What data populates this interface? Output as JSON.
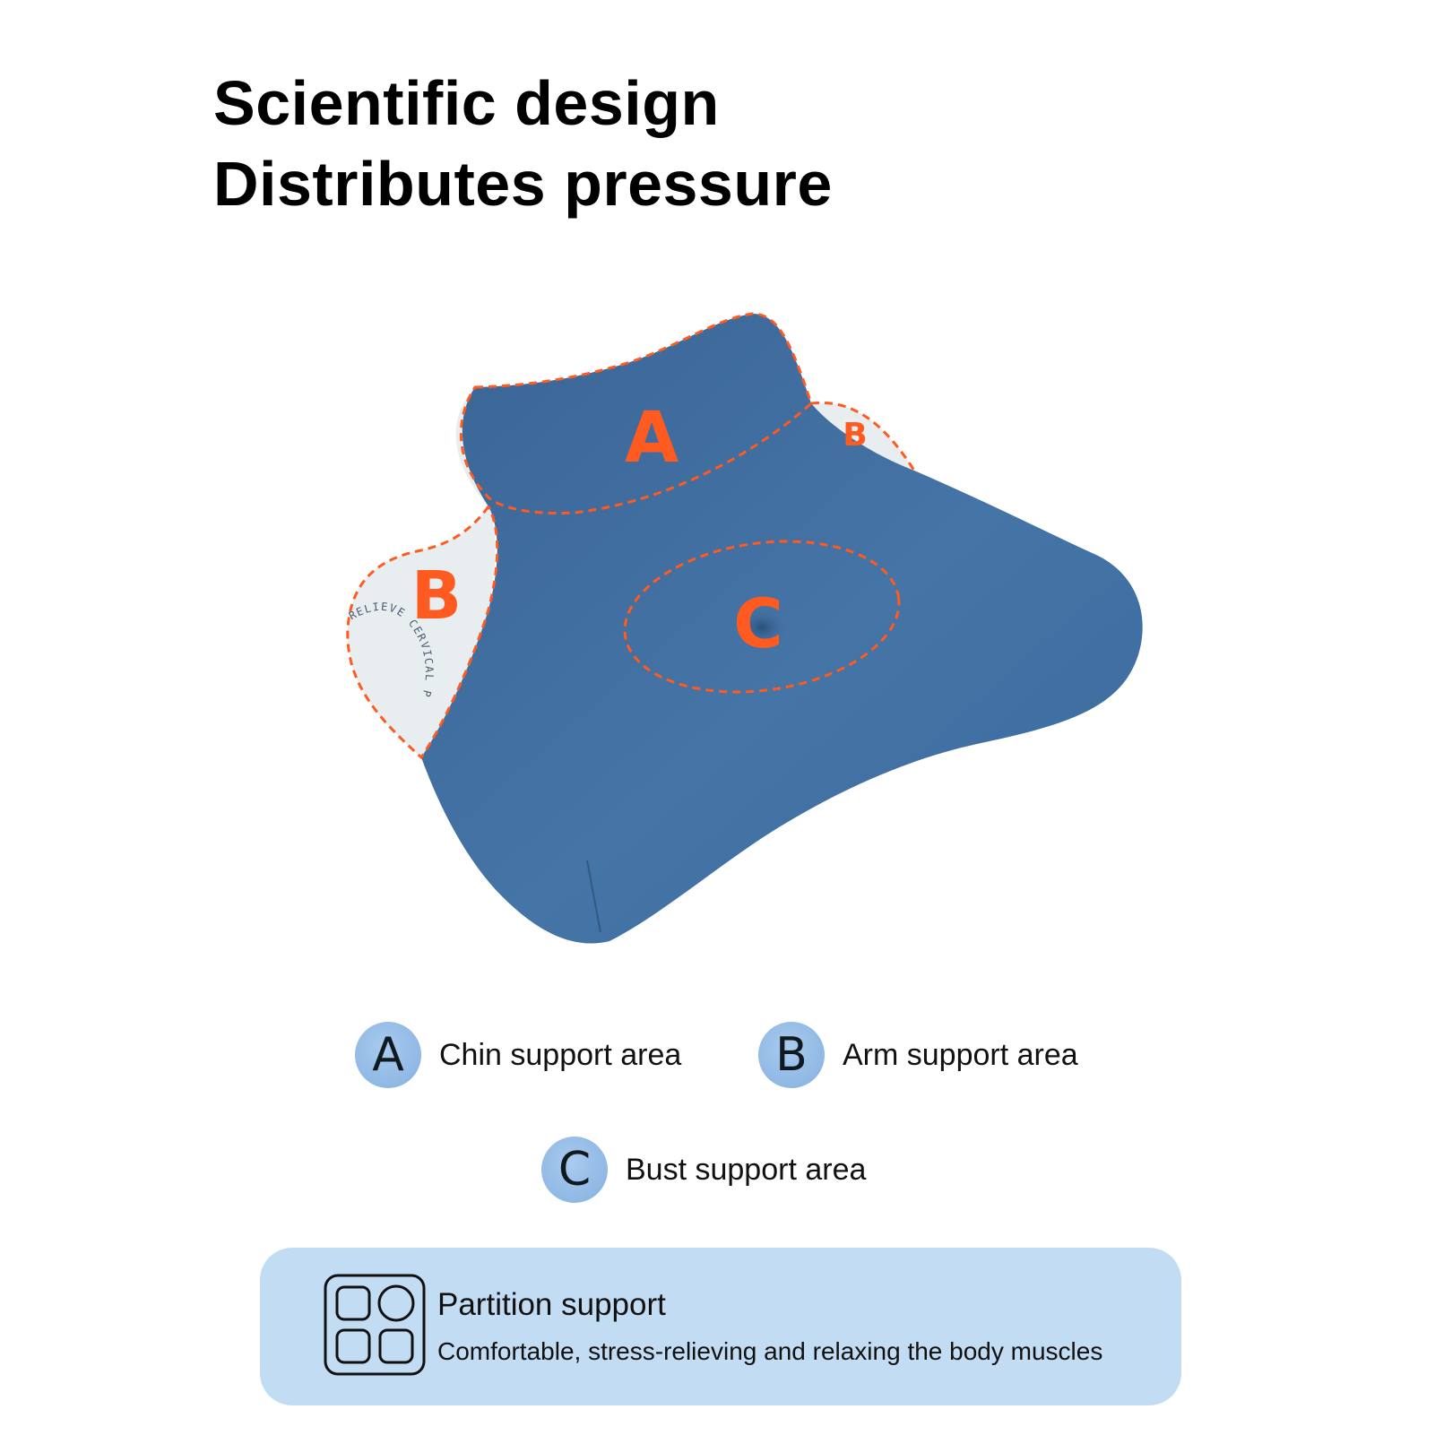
{
  "headline": {
    "line1": "Scientific design",
    "line2": "Distributes pressure"
  },
  "pillow": {
    "zone_labels": {
      "a": "A",
      "b_left": "B",
      "b_right": "B",
      "c": "C"
    },
    "fabric_print": "RELIEVE CERVICAL PRESSURE",
    "colors": {
      "fabric": "#3f6d9e",
      "side_panel": "#e6ebee",
      "marker": "#ff5a1f"
    }
  },
  "legend": {
    "items": [
      {
        "letter": "A",
        "label": "Chin support area"
      },
      {
        "letter": "B",
        "label": "Arm support area"
      },
      {
        "letter": "C",
        "label": "Bust support area"
      }
    ]
  },
  "info": {
    "icon": "partition-grid-icon",
    "title": "Partition support",
    "text": "Comfortable, stress-relieving and relaxing the body muscles"
  }
}
